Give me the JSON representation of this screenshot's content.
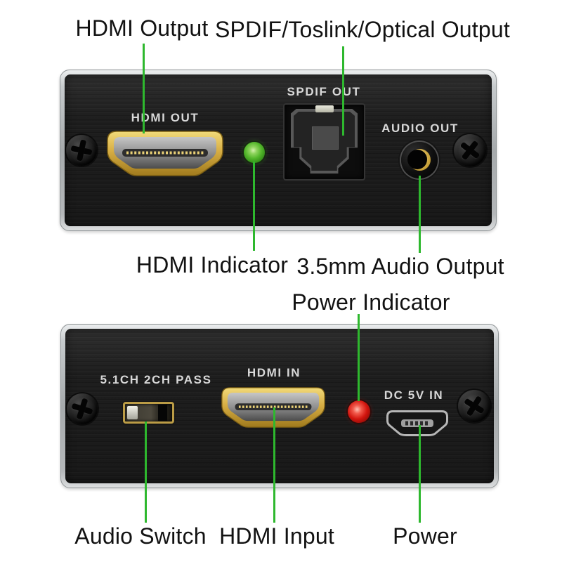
{
  "colors": {
    "background": "#ffffff",
    "callout_line_green": "#2eb82e",
    "hdmi_indicator_led": "#52b62a",
    "power_indicator_led": "#d2150e",
    "port_gold": "#d6ad43",
    "panel_black": "#1f1f1f",
    "frame_silver": "#b9bdbf",
    "panel_label_gray": "#d8d8d8",
    "annotation_text": "#121212"
  },
  "callouts": {
    "hdmi_output": {
      "label": "HDMI Output"
    },
    "spdif_output": {
      "label": "SPDIF/Toslink/Optical Output"
    },
    "hdmi_indicator": {
      "label": "HDMI Indicator"
    },
    "audio_output_35mm": {
      "label": "3.5mm Audio Output"
    },
    "power_indicator": {
      "label": "Power Indicator"
    },
    "audio_switch": {
      "label": "Audio Switch"
    },
    "hdmi_input": {
      "label": "HDMI Input"
    },
    "power": {
      "label": "Power"
    }
  },
  "device_top_panel": {
    "hdmi_out_label": "HDMI OUT",
    "spdif_out_label": "SPDIF OUT",
    "audio_out_label": "AUDIO OUT"
  },
  "device_bottom_panel": {
    "switch_label": "5.1CH 2CH PASS",
    "hdmi_in_label": "HDMI IN",
    "dc_in_label": "DC 5V IN"
  }
}
